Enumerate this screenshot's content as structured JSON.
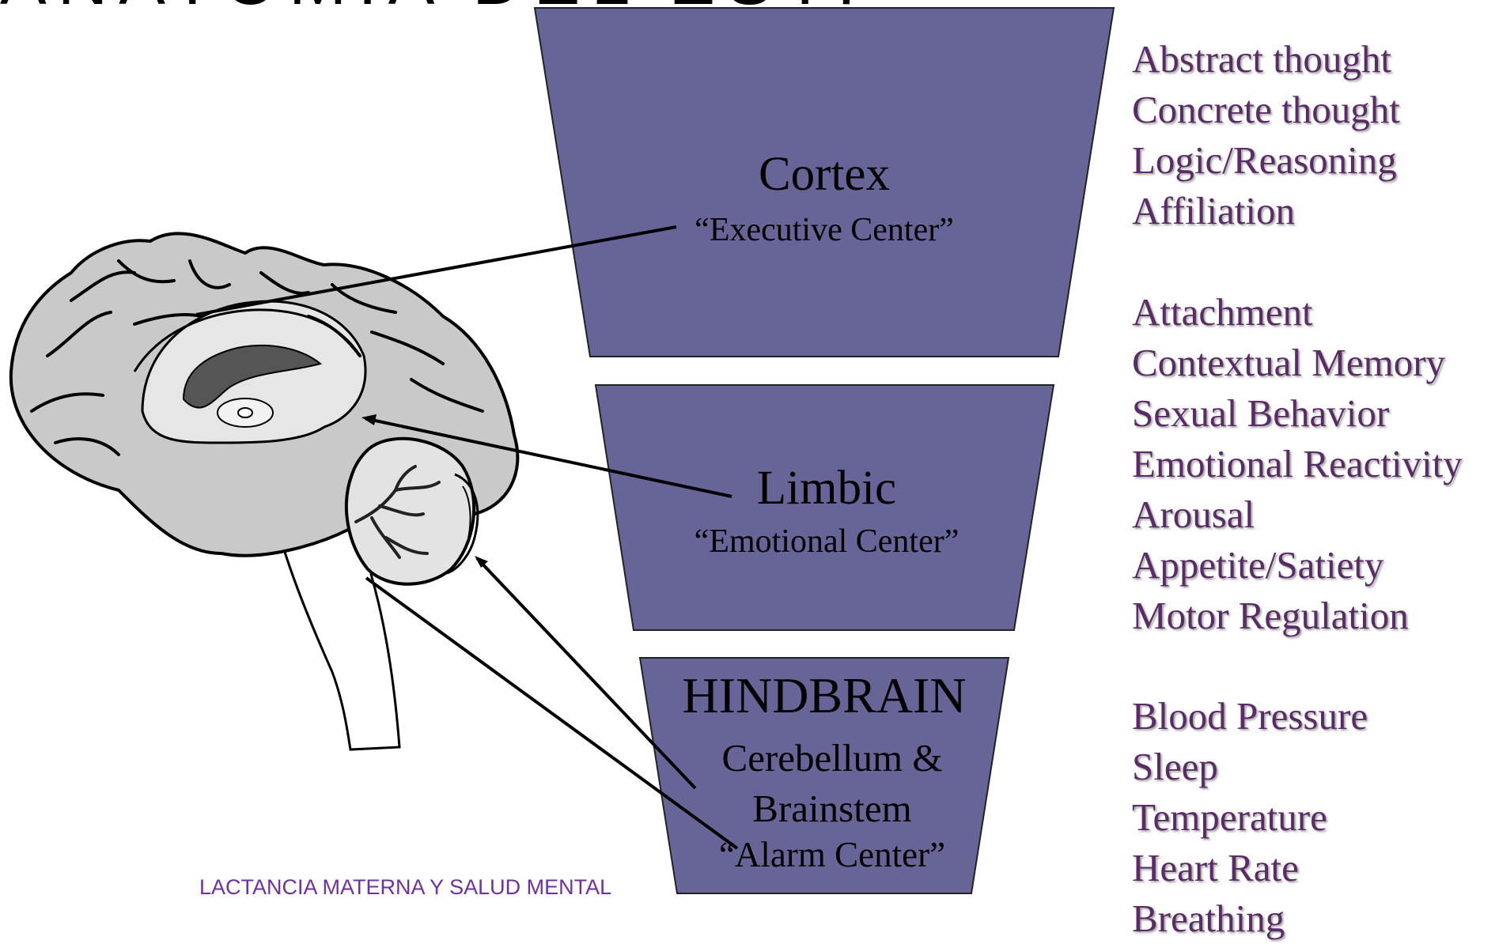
{
  "title": "ANATOMIA DEL ESTRES",
  "colors": {
    "tier_fill": "#676598",
    "function_text": "#5a2c66",
    "footer_text": "#7030a0"
  },
  "tiers": {
    "cortex": {
      "name": "Cortex",
      "subtitle": "“Executive Center”"
    },
    "limbic": {
      "name": "Limbic",
      "subtitle": "“Emotional Center”"
    },
    "hindbrain": {
      "name": "HINDBRAIN",
      "line2": "Cerebellum &",
      "line3": "Brainstem",
      "subtitle": "“Alarm Center”"
    }
  },
  "functions": {
    "cortex": [
      "Abstract thought",
      "Concrete thought",
      "Logic/Reasoning",
      "Affiliation"
    ],
    "limbic": [
      "Attachment",
      "Contextual Memory",
      "Sexual Behavior",
      "Emotional Reactivity",
      "Arousal",
      "Appetite/Satiety",
      "Motor Regulation"
    ],
    "hindbrain": [
      "Blood Pressure",
      "Sleep",
      "Temperature",
      "Heart Rate",
      "Breathing"
    ]
  },
  "footer": "LACTANCIA MATERNA Y SALUD MENTAL",
  "brain_illustration": "brain-sagittal-section"
}
